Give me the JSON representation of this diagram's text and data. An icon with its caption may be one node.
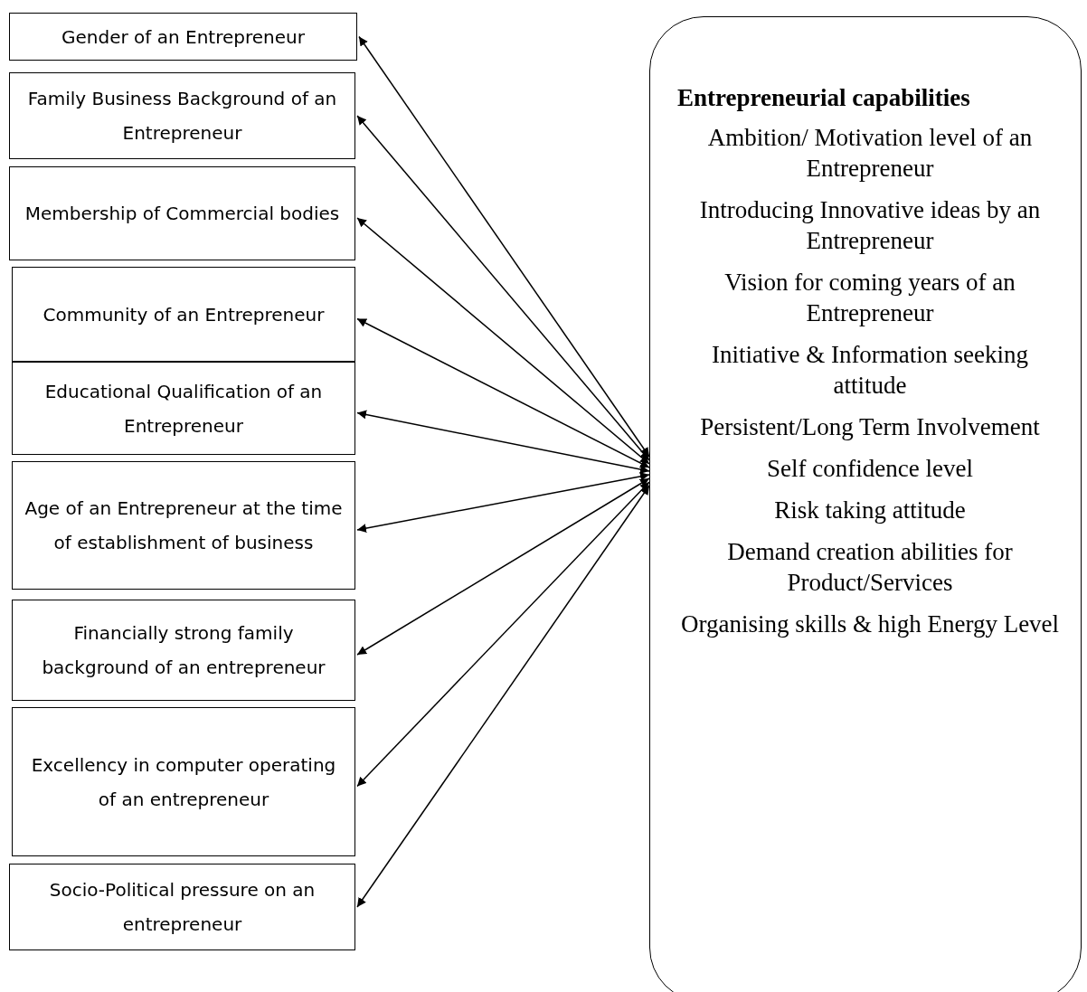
{
  "diagram": {
    "nodes": [
      {
        "text": [
          "Gender of an Entrepreneur"
        ]
      },
      {
        "text": [
          "Family Business Background of an Entrepreneur"
        ]
      },
      {
        "text": [
          "Membership of Commercial bodies"
        ]
      },
      {
        "text": [
          "Community of an Entrepreneur"
        ]
      },
      {
        "text": [
          "Educational Qualification of an Entrepreneur"
        ]
      },
      {
        "text": [
          "Age of an Entrepreneur at the time of establishment of business"
        ]
      },
      {
        "text": [
          "Financially strong family background of an entrepreneur"
        ]
      },
      {
        "text": [
          "Excellency in computer operating of an entrepreneur"
        ]
      },
      {
        "text": [
          "Socio-Political pressure on an entrepreneur"
        ]
      },
      {
        "text": [
          "Entrepreneurial capabilities",
          "Ambition/ Motivation level of an Entrepreneur",
          "Introducing Innovative ideas by an Entrepreneur",
          "Vision for coming years of an Entrepreneur",
          "Initiative & Information seeking attitude",
          "Persistent/Long Term Involvement",
          "Self confidence level",
          "Risk taking attitude",
          "Demand creation abilities for Product/Services",
          "Organising skills & high Energy Level"
        ]
      }
    ],
    "edges": [
      {
        "from": 9,
        "to": 0,
        "arrow": "both"
      },
      {
        "from": 9,
        "to": 1,
        "arrow": "both"
      },
      {
        "from": 9,
        "to": 2,
        "arrow": "both"
      },
      {
        "from": 9,
        "to": 3,
        "arrow": "both"
      },
      {
        "from": 9,
        "to": 4,
        "arrow": "both"
      },
      {
        "from": 9,
        "to": 5,
        "arrow": "both"
      },
      {
        "from": 9,
        "to": 6,
        "arrow": "both"
      },
      {
        "from": 9,
        "to": 7,
        "arrow": "both"
      },
      {
        "from": 9,
        "to": 8,
        "arrow": "both"
      }
    ]
  }
}
